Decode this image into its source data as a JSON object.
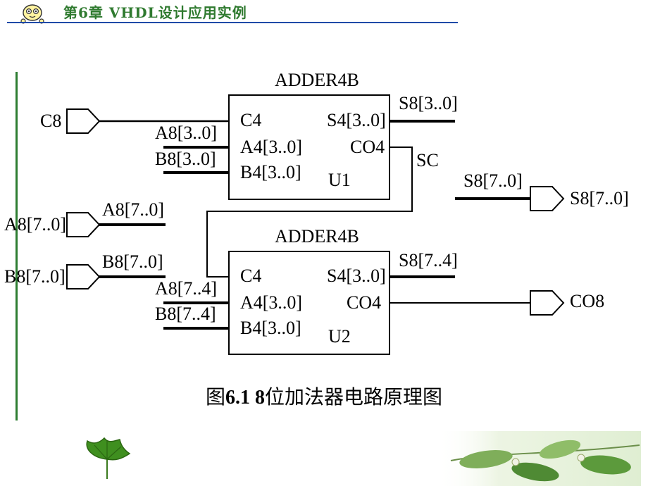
{
  "header": {
    "title": "第6章   VHDL设计应用实例"
  },
  "upper_block": {
    "name": "ADDER4B",
    "inst": "U1",
    "pins": {
      "cin": "C4",
      "a": "A4[3..0]",
      "b": "B4[3..0]",
      "s": "S4[3..0]",
      "cout": "CO4"
    },
    "nets": {
      "cin": "C8",
      "a": "A8[3..0]",
      "b": "B8[3..0]",
      "s": "S8[3..0]",
      "cout": "SC"
    }
  },
  "lower_block": {
    "name": "ADDER4B",
    "inst": "U2",
    "pins": {
      "cin": "C4",
      "a": "A4[3..0]",
      "b": "B4[3..0]",
      "s": "S4[3..0]",
      "cout": "CO4"
    },
    "nets": {
      "a": "A8[7..4]",
      "b": "B8[7..4]",
      "s": "S8[7..4]"
    }
  },
  "ports": {
    "c8": "C8",
    "a8_in": "A8[7..0]",
    "a8_net": "A8[7..0]",
    "b8_in": "B8[7..0]",
    "b8_net": "B8[7..0]",
    "s8_net": "S8[7..0]",
    "s8_out": "S8[7..0]",
    "co8": "CO8"
  },
  "caption": {
    "prefix": "图",
    "number": "6.1  8",
    "text": "位加法器电路原理图"
  },
  "colors": {
    "header_text": "#2f7a2f",
    "header_line": "#1f4aa8",
    "sidebar_line": "#2e7d32"
  }
}
